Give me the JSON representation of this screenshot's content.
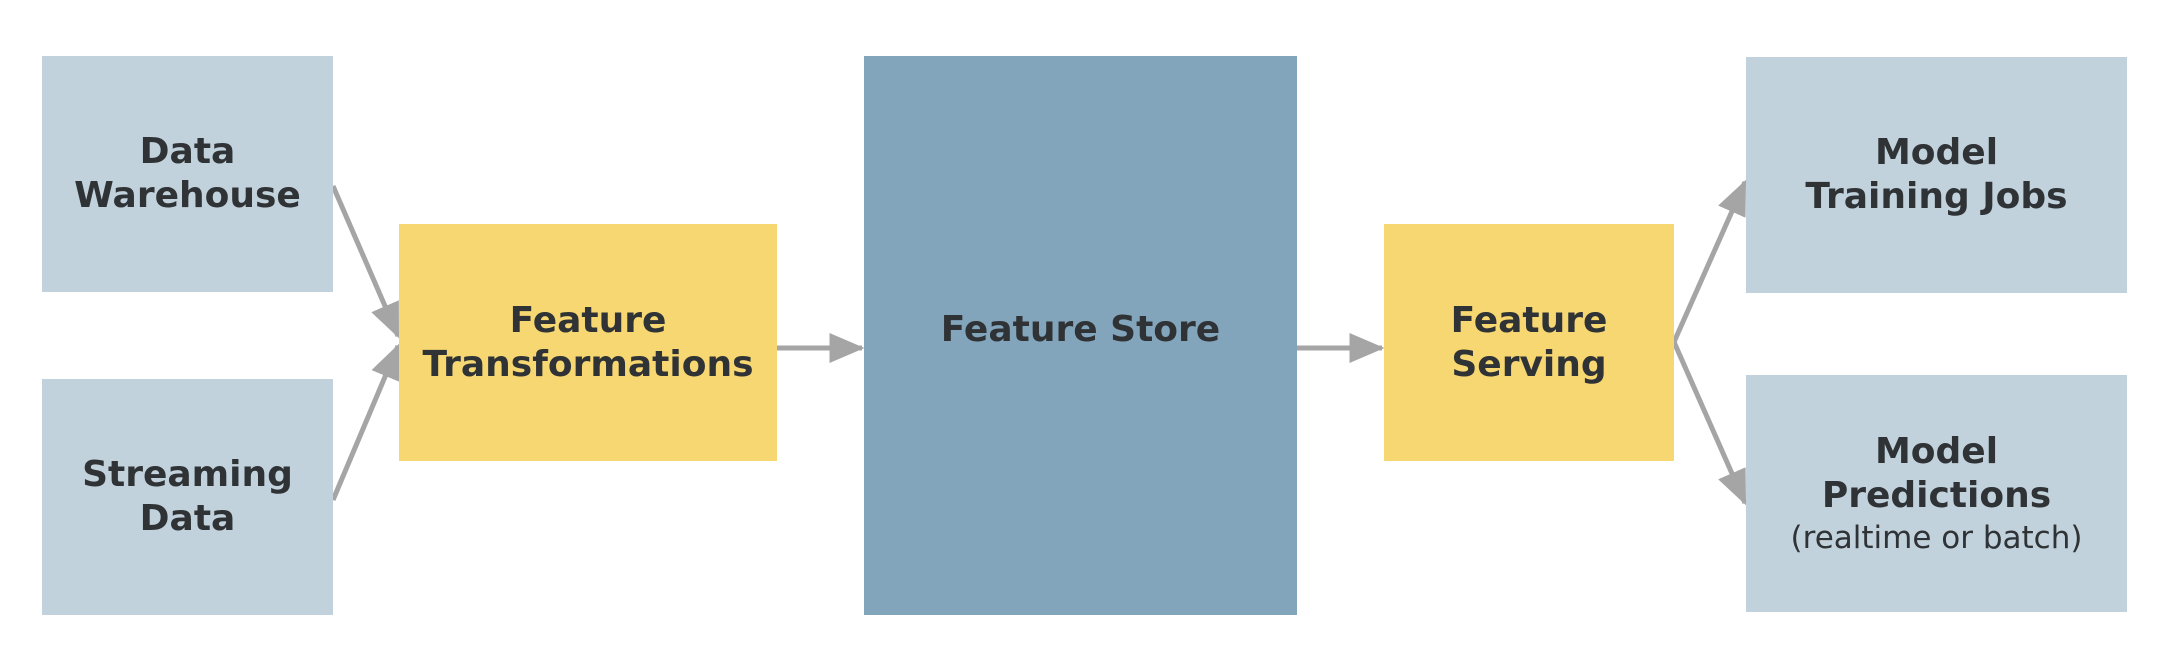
{
  "colors": {
    "source_box": "#c2d2dd",
    "process_box": "#f7d772",
    "store_box": "#83a5bb",
    "text": "#2f3336",
    "arrow": "#a5a5a5"
  },
  "nodes": {
    "data_warehouse": {
      "line1": "Data",
      "line2": "Warehouse"
    },
    "streaming_data": {
      "line1": "Streaming",
      "line2": "Data"
    },
    "feature_transformations": {
      "line1": "Feature",
      "line2": "Transformations"
    },
    "feature_store": {
      "label": "Feature Store"
    },
    "feature_serving": {
      "line1": "Feature",
      "line2": "Serving"
    },
    "model_training": {
      "line1": "Model",
      "line2": "Training Jobs"
    },
    "model_predictions": {
      "line1": "Model",
      "line2": "Predictions",
      "note": "(realtime or batch)"
    }
  },
  "edges": [
    {
      "from": "data_warehouse",
      "to": "feature_transformations"
    },
    {
      "from": "streaming_data",
      "to": "feature_transformations"
    },
    {
      "from": "feature_transformations",
      "to": "feature_store"
    },
    {
      "from": "feature_store",
      "to": "feature_serving"
    },
    {
      "from": "feature_serving",
      "to": "model_training"
    },
    {
      "from": "feature_serving",
      "to": "model_predictions"
    }
  ]
}
